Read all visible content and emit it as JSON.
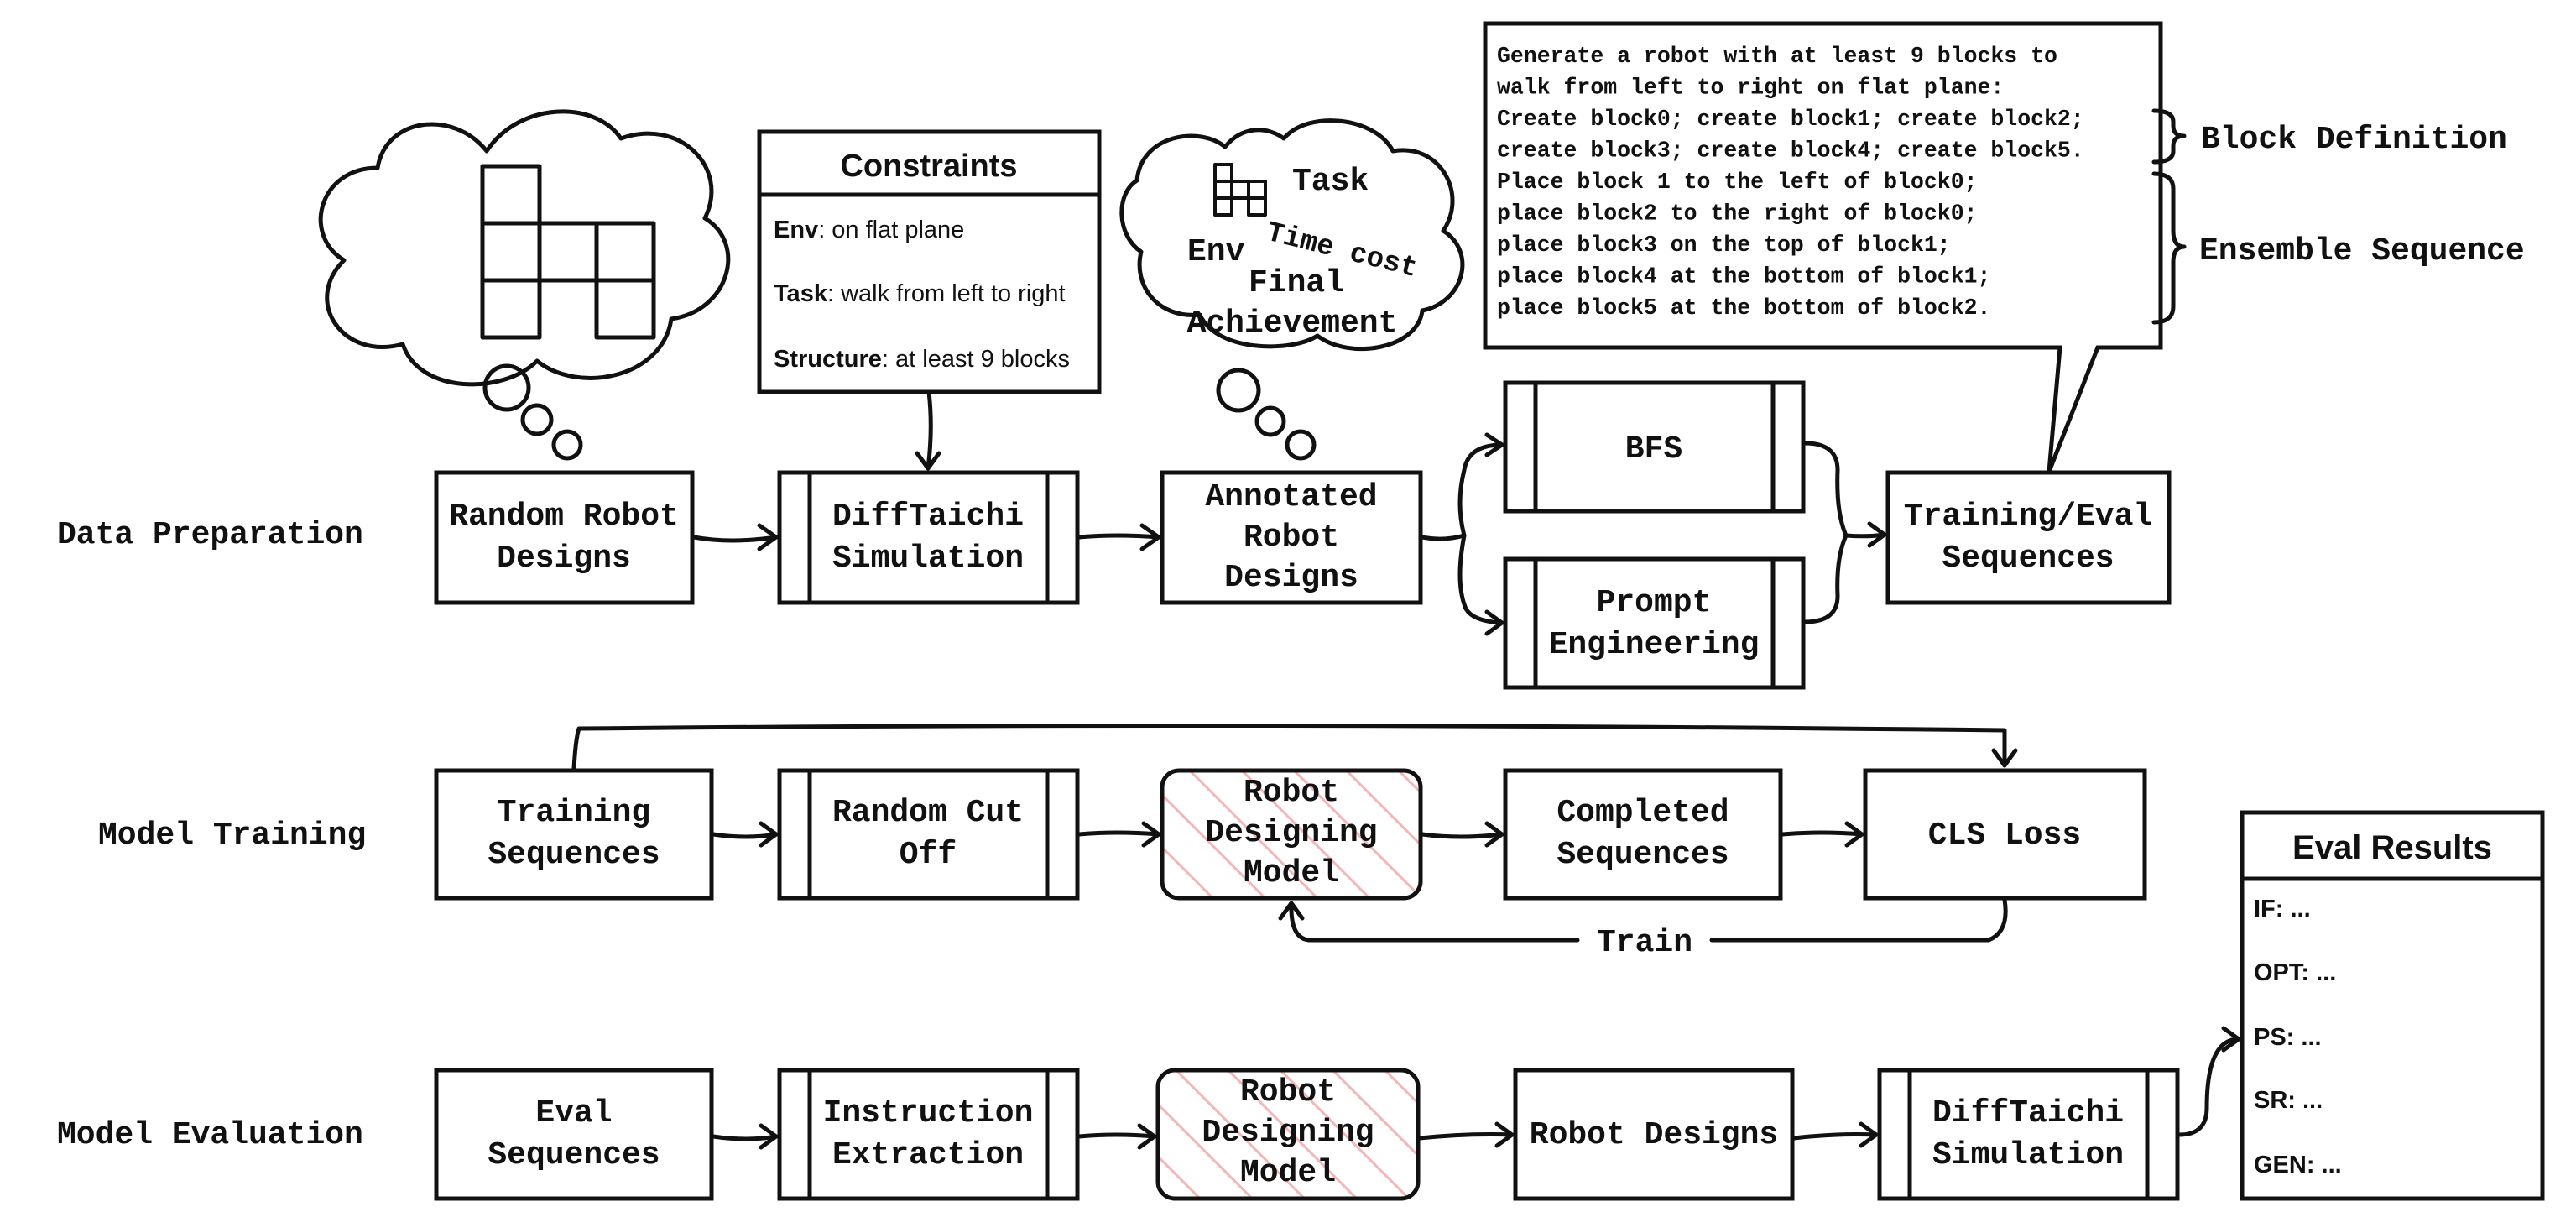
{
  "rows": {
    "data_prep": "Data Preparation",
    "model_training": "Model Training",
    "model_eval": "Model Evaluation"
  },
  "prep": {
    "random_designs": [
      "Random Robot",
      "Designs"
    ],
    "difftaichi": [
      "DiffTaichi",
      "Simulation"
    ],
    "annotated": [
      "Annotated",
      "Robot",
      "Designs"
    ],
    "bfs": "BFS",
    "prompt_eng": [
      "Prompt",
      "Engineering"
    ],
    "train_eval_seq": [
      "Training/Eval",
      "Sequences"
    ]
  },
  "constraints": {
    "title": "Constraints",
    "env_key": "Env",
    "env_val": ": on flat plane",
    "task_key": "Task",
    "task_val": ": walk from left to right",
    "struct_key": "Structure",
    "struct_val": ": at least 9 blocks"
  },
  "cloud2": {
    "task": "Task",
    "time_cost": "Time cost",
    "env": "Env",
    "final": "Final",
    "achievement": "Achievement"
  },
  "speech": {
    "lines": [
      "Generate a robot with at least 9 blocks to",
      "walk from left to right on flat plane:",
      "Create block0; create block1; create block2;",
      "create block3; create block4; create block5.",
      "Place block 1 to the left of block0;",
      "place block2 to the right of block0;",
      "place block3 on the top of block1;",
      "place block4 at the bottom of block1;",
      "place block5 at the bottom of block2."
    ],
    "block_definition": "Block Definition",
    "ensemble_sequence": "Ensemble Sequence"
  },
  "training": {
    "training_seq": [
      "Training",
      "Sequences"
    ],
    "random_cut": [
      "Random Cut",
      "Off"
    ],
    "model": [
      "Robot",
      "Designing",
      "Model"
    ],
    "completed": [
      "Completed",
      "Sequences"
    ],
    "cls_loss": "CLS Loss",
    "train": "Train"
  },
  "evaluation": {
    "eval_seq": [
      "Eval",
      "Sequences"
    ],
    "instruction": [
      "Instruction",
      "Extraction"
    ],
    "model": [
      "Robot",
      "Designing",
      "Model"
    ],
    "robot_designs": "Robot Designs",
    "difftaichi": [
      "DiffTaichi",
      "Simulation"
    ]
  },
  "eval_results": {
    "title": "Eval Results",
    "items": [
      "IF: ...",
      "OPT: ...",
      "PS: ...",
      "SR: ...",
      "GEN: ..."
    ]
  },
  "colors": {
    "stroke": "#111111",
    "hatch": "#f4b6b6"
  }
}
